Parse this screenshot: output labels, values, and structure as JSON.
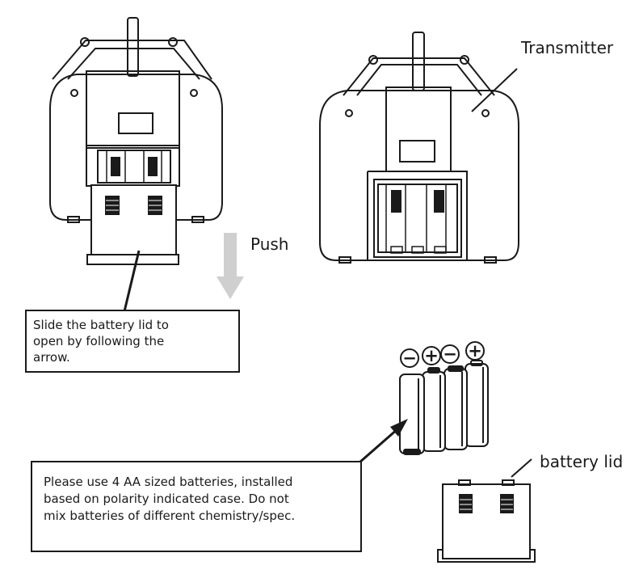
{
  "labels": {
    "transmitter": "Transmitter",
    "push": "Push",
    "battery_lid": "battery lid"
  },
  "notes": {
    "slide_lid": "Slide the battery lid to\nopen by following the\narrow.",
    "batteries": "Please use 4 AA sized batteries, installed\nbased on polarity indicated case. Do not\nmix batteries of different chemistry/spec."
  },
  "polarity": [
    "−",
    "+",
    "−",
    "+"
  ],
  "colors": {
    "line": "#1a1a1a",
    "arrow": "#cfcfcf",
    "background": "#ffffff"
  }
}
